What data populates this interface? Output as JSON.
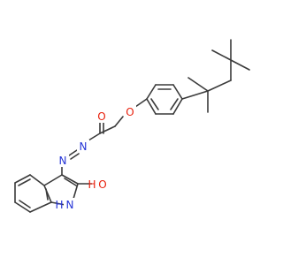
{
  "molecule": {
    "atoms": {
      "carbonyl_oxygen": {
        "symbol": "O",
        "color": "#e8200c"
      },
      "ether_oxygen": {
        "symbol": "O",
        "color": "#e8200c"
      },
      "hydrazone_n1": {
        "symbol": "N",
        "color": "#2433d6"
      },
      "hydrazone_n2": {
        "symbol": "N",
        "color": "#2433d6"
      },
      "hydroxyl_oxygen": {
        "symbol": "O",
        "color": "#e8200c"
      },
      "ring_nh": {
        "symbol": "N",
        "color": "#2433d6"
      },
      "ring_nh_h": {
        "symbol": "H",
        "color": "#2433d6"
      },
      "hydroxyl_h": {
        "symbol": "H",
        "color": "#e8200c"
      }
    },
    "bond_color": "#3a3a3a"
  }
}
